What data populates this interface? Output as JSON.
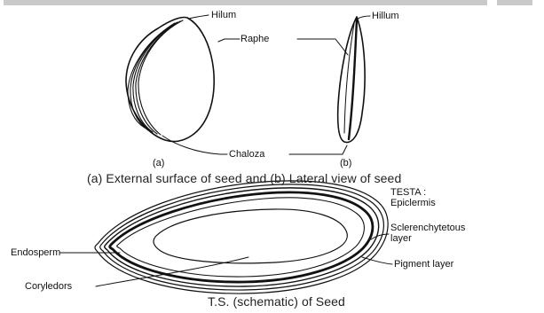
{
  "figure_top": {
    "labels": {
      "hilum_left": "Hilum",
      "hilum_right": "Hillum",
      "raphe": "Raphe",
      "chaloza": "Chaloza",
      "panel_a": "(a)",
      "panel_b": "(b)"
    },
    "caption": "(a) External surface of seed and (b) Lateral view of seed"
  },
  "figure_bottom": {
    "labels": {
      "testa": "TESTA :",
      "epidermis": "Epiclermis",
      "sclerenchyma_1": "Sclerenchytetous",
      "sclerenchyma_2": "layer",
      "pigment_layer": "Pigment layer",
      "endosperm": "Endosperm",
      "cotyledons": "Coryledors"
    },
    "caption": "T.S. (schematic) of Seed"
  },
  "colors": {
    "ink": "#111111",
    "top_strip": "#c9c9c9"
  }
}
